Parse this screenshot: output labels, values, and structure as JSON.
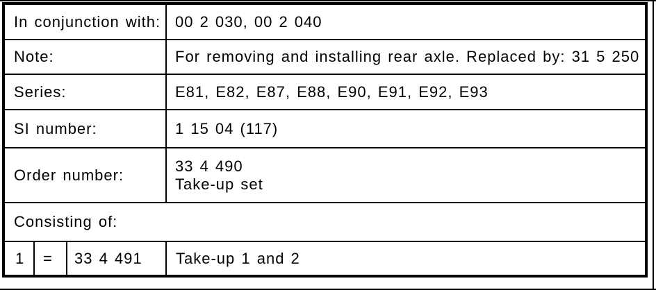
{
  "page": {
    "background": "#ffffff",
    "line_color": "#000000"
  },
  "table": {
    "fields": [
      {
        "label": "In conjunction with:",
        "value": "00 2 030, 00 2 040"
      },
      {
        "label": "Note:",
        "value": "For removing and installing rear axle. Replaced by: 31 5 250"
      },
      {
        "label": "Series:",
        "value": "E81, E82, E87, E88, E90, E91, E92, E93"
      },
      {
        "label": "SI number:",
        "value": "1 15 04 (117)"
      },
      {
        "label": "Order number:",
        "value_line1": "33 4 490",
        "value_line2": "Take-up set"
      }
    ],
    "section_header": "Consisting of:",
    "items": [
      {
        "number": "1",
        "equals": "=",
        "part_number": "33 4 491",
        "description": "Take-up 1 and 2"
      }
    ]
  }
}
